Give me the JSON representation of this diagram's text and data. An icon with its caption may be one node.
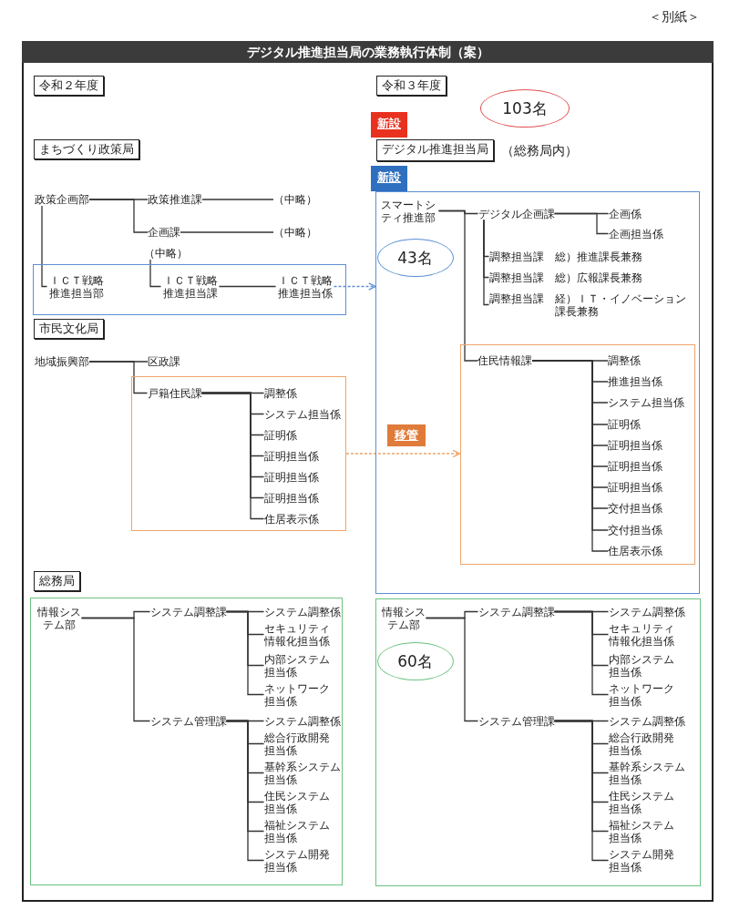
{
  "diagram": {
    "title": "デジタル推進担当局の業務執行体制（案）",
    "nodes": [
      {
        "text": [
          "令和２年度"
        ]
      },
      {
        "text": [
          "令和３年度"
        ]
      },
      {
        "text": [
          "103名"
        ]
      },
      {
        "text": [
          "新設"
        ]
      },
      {
        "text": [
          "デジタル推進担当局"
        ],
        "beside": [
          "（総務局内）"
        ]
      },
      {
        "text": [
          "新設"
        ]
      },
      {
        "text": [
          "まちづくり政策局"
        ]
      },
      {
        "text": [
          "政策企画部"
        ]
      },
      {
        "text": [
          "政策推進課"
        ]
      },
      {
        "text": [
          "（中略）"
        ]
      },
      {
        "text": [
          "企画課"
        ]
      },
      {
        "text": [
          "（中略）"
        ]
      },
      {
        "text": [
          "（中略）"
        ]
      },
      {
        "text": [],
        "shape": "box"
      },
      {
        "text": [
          "ＩＣＴ戦略推進担当部"
        ],
        "in": 13
      },
      {
        "text": [
          "ＩＣＴ戦略推進担当課"
        ],
        "in": 13
      },
      {
        "text": [
          "ＩＣＴ戦略推進担当係"
        ],
        "in": 13
      },
      {
        "text": [
          "市民文化局"
        ]
      },
      {
        "text": [
          "地域振興部"
        ]
      },
      {
        "text": [
          "区政課"
        ]
      },
      {
        "text": [],
        "shape": "box"
      },
      {
        "text": [
          "戸籍住民課"
        ],
        "in": 20
      },
      {
        "text": [
          "調整係"
        ],
        "in": 20
      },
      {
        "text": [
          "システム担当係"
        ],
        "in": 20
      },
      {
        "text": [
          "証明係"
        ],
        "in": 20
      },
      {
        "text": [
          "証明担当係"
        ],
        "in": 20
      },
      {
        "text": [
          "証明担当係"
        ],
        "in": 20
      },
      {
        "text": [
          "証明担当係"
        ],
        "in": 20
      },
      {
        "text": [
          "住居表示係"
        ],
        "in": 20
      },
      {
        "text": [],
        "shape": "box"
      },
      {
        "text": [
          "スマートシティ推進部"
        ],
        "in": 29
      },
      {
        "text": [
          "43名"
        ],
        "in": 29
      },
      {
        "text": [
          "デジタル企画課"
        ],
        "in": 29
      },
      {
        "text": [
          "企画係"
        ],
        "in": 29
      },
      {
        "text": [
          "企画担当係"
        ],
        "in": 29
      },
      {
        "text": [
          "調整担当課"
        ],
        "beside": [
          "総）推進課長兼務"
        ],
        "in": 29
      },
      {
        "text": [
          "調整担当課"
        ],
        "beside": [
          "総）広報課長兼務"
        ],
        "in": 29
      },
      {
        "text": [
          "調整担当課"
        ],
        "beside": [
          "経）ＩＴ・イノベーション課長兼務"
        ],
        "in": 29
      },
      {
        "text": [],
        "shape": "box",
        "in": 29
      },
      {
        "text": [
          "住民情報課"
        ],
        "in": 38
      },
      {
        "text": [
          "調整係"
        ],
        "in": 38
      },
      {
        "text": [
          "推進担当係"
        ],
        "in": 38
      },
      {
        "text": [
          "システム担当係"
        ],
        "in": 38
      },
      {
        "text": [
          "証明係"
        ],
        "in": 38
      },
      {
        "text": [
          "証明担当係"
        ],
        "in": 38
      },
      {
        "text": [
          "証明担当係"
        ],
        "in": 38
      },
      {
        "text": [
          "証明担当係"
        ],
        "in": 38
      },
      {
        "text": [
          "交付担当係"
        ],
        "in": 38
      },
      {
        "text": [
          "交付担当係"
        ],
        "in": 38
      },
      {
        "text": [
          "住居表示係"
        ],
        "in": 38
      },
      {
        "text": [
          "総務局"
        ]
      },
      {
        "text": [],
        "shape": "box"
      },
      {
        "text": [
          "情報システム部"
        ],
        "in": 51
      },
      {
        "text": [
          "システム調整課"
        ],
        "in": 51
      },
      {
        "text": [
          "システム調整係"
        ],
        "in": 51
      },
      {
        "text": [
          "セキュリティ情報化担当係"
        ],
        "in": 51
      },
      {
        "text": [
          "内部システム担当係"
        ],
        "in": 51
      },
      {
        "text": [
          "ネットワーク担当係"
        ],
        "in": 51
      },
      {
        "text": [
          "システム管理課"
        ],
        "in": 51
      },
      {
        "text": [
          "システム調整係"
        ],
        "in": 51
      },
      {
        "text": [
          "総合行政開発担当係"
        ],
        "in": 51
      },
      {
        "text": [
          "基幹系システム担当係"
        ],
        "in": 51
      },
      {
        "text": [
          "住民システム担当係"
        ],
        "in": 51
      },
      {
        "text": [
          "福祉システム担当係"
        ],
        "in": 51
      },
      {
        "text": [
          "システム開発担当係"
        ],
        "in": 51
      },
      {
        "text": [],
        "shape": "box"
      },
      {
        "text": [
          "情報システム部"
        ],
        "in": 65
      },
      {
        "text": [
          "60名"
        ],
        "in": 65
      },
      {
        "text": [
          "システム調整課"
        ],
        "in": 65
      },
      {
        "text": [
          "システム調整係"
        ],
        "in": 65
      },
      {
        "text": [
          "セキュリティ情報化担当係"
        ],
        "in": 65
      },
      {
        "text": [
          "内部システム担当係"
        ],
        "in": 65
      },
      {
        "text": [
          "ネットワーク担当係"
        ],
        "in": 65
      },
      {
        "text": [
          "システム管理課"
        ],
        "in": 65
      },
      {
        "text": [
          "システム調整係"
        ],
        "in": 65
      },
      {
        "text": [
          "総合行政開発担当係"
        ],
        "in": 65
      },
      {
        "text": [
          "基幹系システム担当係"
        ],
        "in": 65
      },
      {
        "text": [
          "住民システム担当係"
        ],
        "in": 65
      },
      {
        "text": [
          "福祉システム担当係"
        ],
        "in": 65
      },
      {
        "text": [
          "システム開発担当係"
        ],
        "in": 65
      }
    ],
    "edges": [
      {
        "from": 7,
        "to": 8,
        "arrow": "none"
      },
      {
        "from": 7,
        "to": 10,
        "arrow": "none"
      },
      {
        "from": 8,
        "to": 9,
        "arrow": "none"
      },
      {
        "from": 10,
        "to": 11,
        "arrow": "none"
      },
      {
        "from": 7,
        "to": 14,
        "arrow": "none"
      },
      {
        "from": 12,
        "to": 15,
        "arrow": "none"
      },
      {
        "from": 15,
        "to": 16,
        "arrow": "none"
      },
      {
        "from": 16,
        "to": 29,
        "arrow": "to",
        "style": "dashed",
        "color": "#5b8fd4"
      },
      {
        "from": 18,
        "to": 19,
        "arrow": "none"
      },
      {
        "from": 18,
        "to": 21,
        "arrow": "none"
      },
      {
        "from": 21,
        "to": 22,
        "arrow": "none"
      },
      {
        "from": 21,
        "to": 23,
        "arrow": "none"
      },
      {
        "from": 21,
        "to": 24,
        "arrow": "none"
      },
      {
        "from": 21,
        "to": 25,
        "arrow": "none"
      },
      {
        "from": 21,
        "to": 26,
        "arrow": "none"
      },
      {
        "from": 21,
        "to": 27,
        "arrow": "none"
      },
      {
        "from": 21,
        "to": 28,
        "arrow": "none"
      },
      {
        "from": 20,
        "to": 38,
        "arrow": "to",
        "label": "移管",
        "style": "dashed",
        "color": "#f0a46a"
      },
      {
        "from": 30,
        "to": 32,
        "arrow": "none"
      },
      {
        "from": 30,
        "to": 39,
        "arrow": "none"
      },
      {
        "from": 32,
        "to": 33,
        "arrow": "none"
      },
      {
        "from": 32,
        "to": 34,
        "arrow": "none"
      },
      {
        "from": 32,
        "to": 35,
        "arrow": "none"
      },
      {
        "from": 32,
        "to": 36,
        "arrow": "none"
      },
      {
        "from": 32,
        "to": 37,
        "arrow": "none"
      },
      {
        "from": 39,
        "to": 40,
        "arrow": "none"
      },
      {
        "from": 39,
        "to": 41,
        "arrow": "none"
      },
      {
        "from": 39,
        "to": 42,
        "arrow": "none"
      },
      {
        "from": 39,
        "to": 43,
        "arrow": "none"
      },
      {
        "from": 39,
        "to": 44,
        "arrow": "none"
      },
      {
        "from": 39,
        "to": 45,
        "arrow": "none"
      },
      {
        "from": 39,
        "to": 46,
        "arrow": "none"
      },
      {
        "from": 39,
        "to": 47,
        "arrow": "none"
      },
      {
        "from": 39,
        "to": 48,
        "arrow": "none"
      },
      {
        "from": 39,
        "to": 49,
        "arrow": "none"
      },
      {
        "from": 52,
        "to": 53,
        "arrow": "none"
      },
      {
        "from": 52,
        "to": 58,
        "arrow": "none"
      },
      {
        "from": 53,
        "to": 54,
        "arrow": "none"
      },
      {
        "from": 53,
        "to": 55,
        "arrow": "none"
      },
      {
        "from": 53,
        "to": 56,
        "arrow": "none"
      },
      {
        "from": 53,
        "to": 57,
        "arrow": "none"
      },
      {
        "from": 58,
        "to": 59,
        "arrow": "none"
      },
      {
        "from": 58,
        "to": 60,
        "arrow": "none"
      },
      {
        "from": 58,
        "to": 61,
        "arrow": "none"
      },
      {
        "from": 58,
        "to": 62,
        "arrow": "none"
      },
      {
        "from": 58,
        "to": 63,
        "arrow": "none"
      },
      {
        "from": 58,
        "to": 64,
        "arrow": "none"
      },
      {
        "from": 66,
        "to": 68,
        "arrow": "none"
      },
      {
        "from": 66,
        "to": 73,
        "arrow": "none"
      },
      {
        "from": 68,
        "to": 69,
        "arrow": "none"
      },
      {
        "from": 68,
        "to": 70,
        "arrow": "none"
      },
      {
        "from": 68,
        "to": 71,
        "arrow": "none"
      },
      {
        "from": 68,
        "to": 72,
        "arrow": "none"
      },
      {
        "from": 73,
        "to": 74,
        "arrow": "none"
      },
      {
        "from": 73,
        "to": 75,
        "arrow": "none"
      },
      {
        "from": 73,
        "to": 76,
        "arrow": "none"
      },
      {
        "from": 73,
        "to": 77,
        "arrow": "none"
      },
      {
        "from": 73,
        "to": 78,
        "arrow": "none"
      },
      {
        "from": 73,
        "to": 79,
        "arrow": "none"
      }
    ],
    "labels": [
      "＜別紙＞"
    ]
  }
}
